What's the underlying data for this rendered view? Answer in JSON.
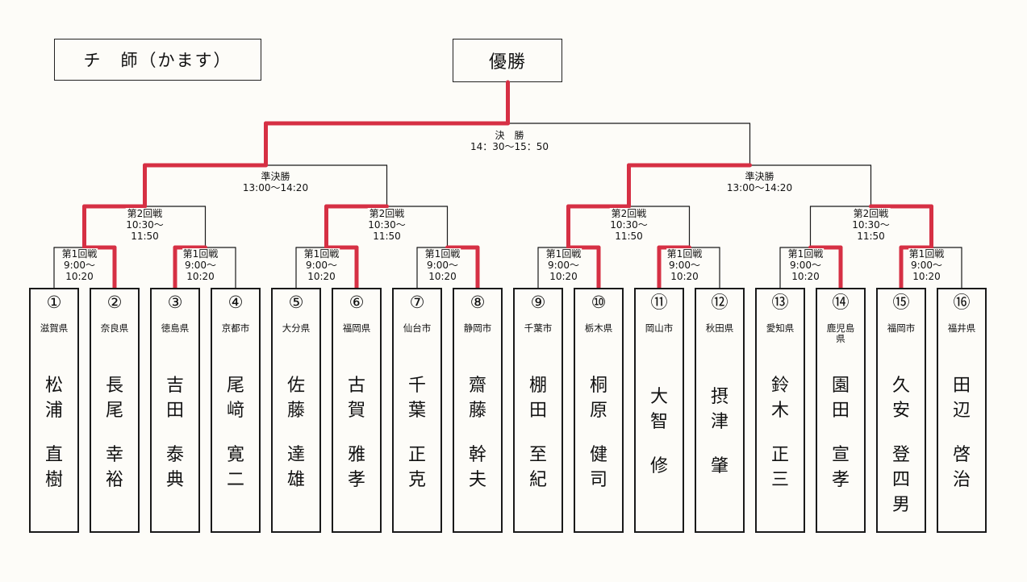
{
  "title": "チ　師（かます）",
  "champion_label": "優勝",
  "rounds": {
    "r1": {
      "name": "第1回戦",
      "time_lines": [
        "9:00〜",
        "10:20"
      ]
    },
    "r2": {
      "name": "第2回戦",
      "time_lines": [
        "10:30〜",
        "11:50"
      ]
    },
    "semi": {
      "name": "準決勝",
      "time_lines": [
        "13:00〜14:20"
      ]
    },
    "final": {
      "name": "決　勝",
      "time_lines": [
        "14：30〜15：50"
      ]
    }
  },
  "entrants": [
    {
      "num": "①",
      "pref": "滋賀県",
      "family": "松浦",
      "given": "直樹"
    },
    {
      "num": "②",
      "pref": "奈良県",
      "family": "長尾",
      "given": "幸裕"
    },
    {
      "num": "③",
      "pref": "徳島県",
      "family": "吉田",
      "given": "泰典"
    },
    {
      "num": "④",
      "pref": "京都市",
      "family": "尾﨑",
      "given": "寛二"
    },
    {
      "num": "⑤",
      "pref": "大分県",
      "family": "佐藤",
      "given": "達雄"
    },
    {
      "num": "⑥",
      "pref": "福岡県",
      "family": "古賀",
      "given": "雅孝"
    },
    {
      "num": "⑦",
      "pref": "仙台市",
      "family": "千葉",
      "given": "正克"
    },
    {
      "num": "⑧",
      "pref": "静岡市",
      "family": "齋藤",
      "given": "幹夫"
    },
    {
      "num": "⑨",
      "pref": "千葉市",
      "family": "棚田",
      "given": "至紀"
    },
    {
      "num": "⑩",
      "pref": "栃木県",
      "family": "桐原",
      "given": "健司"
    },
    {
      "num": "⑪",
      "pref": "岡山市",
      "family": "大智",
      "given": "修"
    },
    {
      "num": "⑫",
      "pref": "秋田県",
      "family": "摂津",
      "given": "肇"
    },
    {
      "num": "⑬",
      "pref": "愛知県",
      "family": "鈴木",
      "given": "正三"
    },
    {
      "num": "⑭",
      "pref": "鹿児島県",
      "family": "園田",
      "given": "宣孝"
    },
    {
      "num": "⑮",
      "pref": "福岡市",
      "family": "久安",
      "given": "登四男"
    },
    {
      "num": "⑯",
      "pref": "福井県",
      "family": "田辺",
      "given": "啓治"
    }
  ],
  "winners": {
    "r1": [
      2,
      3,
      6,
      8,
      10,
      11,
      14,
      15
    ],
    "r2": [
      2,
      6,
      10,
      15
    ],
    "semi": [
      2,
      10
    ],
    "final": [
      2
    ]
  },
  "colors": {
    "line": "#1a1a1a",
    "win_path": "#d63044"
  }
}
